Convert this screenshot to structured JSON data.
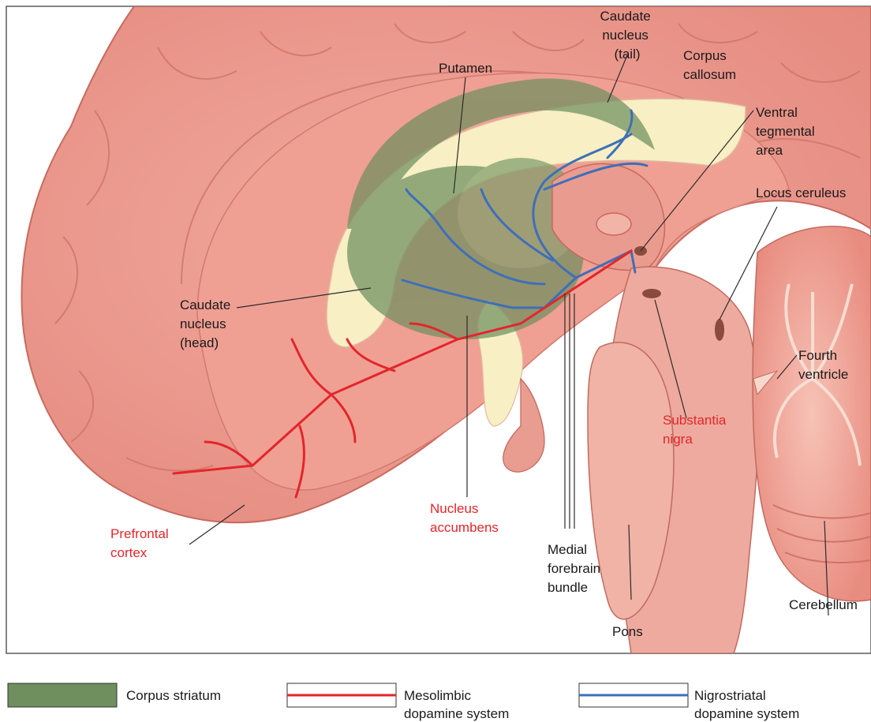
{
  "labels": {
    "caudate_tail": [
      "Caudate",
      "nucleus",
      "(tail)"
    ],
    "putamen": [
      "Putamen"
    ],
    "corpus_callosum": [
      "Corpus",
      "callosum"
    ],
    "ventral_tegmental": [
      "Ventral",
      "tegmental",
      "area"
    ],
    "locus_ceruleus": [
      "Locus ceruleus"
    ],
    "caudate_head": [
      "Caudate",
      "nucleus",
      "(head)"
    ],
    "fourth_ventricle": [
      "Fourth",
      "ventricle"
    ],
    "substantia_nigra": [
      "Substantia",
      "nigra"
    ],
    "prefrontal_cortex": [
      "Prefrontal",
      "cortex"
    ],
    "nucleus_accumbens": [
      "Nucleus",
      "accumbens"
    ],
    "medial_forebrain_bundle": [
      "Medial",
      "forebrain",
      "bundle"
    ],
    "cerebellum": [
      "Cerebellum"
    ],
    "pons": [
      "Pons"
    ]
  },
  "legend": [
    {
      "lines": [
        "Corpus striatum"
      ],
      "swatch": "fill",
      "color": "#6f8f5e"
    },
    {
      "lines": [
        "Mesolimbic",
        "dopamine system"
      ],
      "swatch": "line",
      "color": "#e3262b"
    },
    {
      "lines": [
        "Nigrostriatal",
        "dopamine system"
      ],
      "swatch": "line",
      "color": "#3e6fb8"
    }
  ],
  "colors": {
    "brain": "#ee9a8f",
    "brain_dark": "#d9776d",
    "ventricle": "#f8efc4",
    "striatum": "#6f8f5e",
    "mesolimbic": "#e3262b",
    "nigrostriatal": "#3e6fb8"
  }
}
